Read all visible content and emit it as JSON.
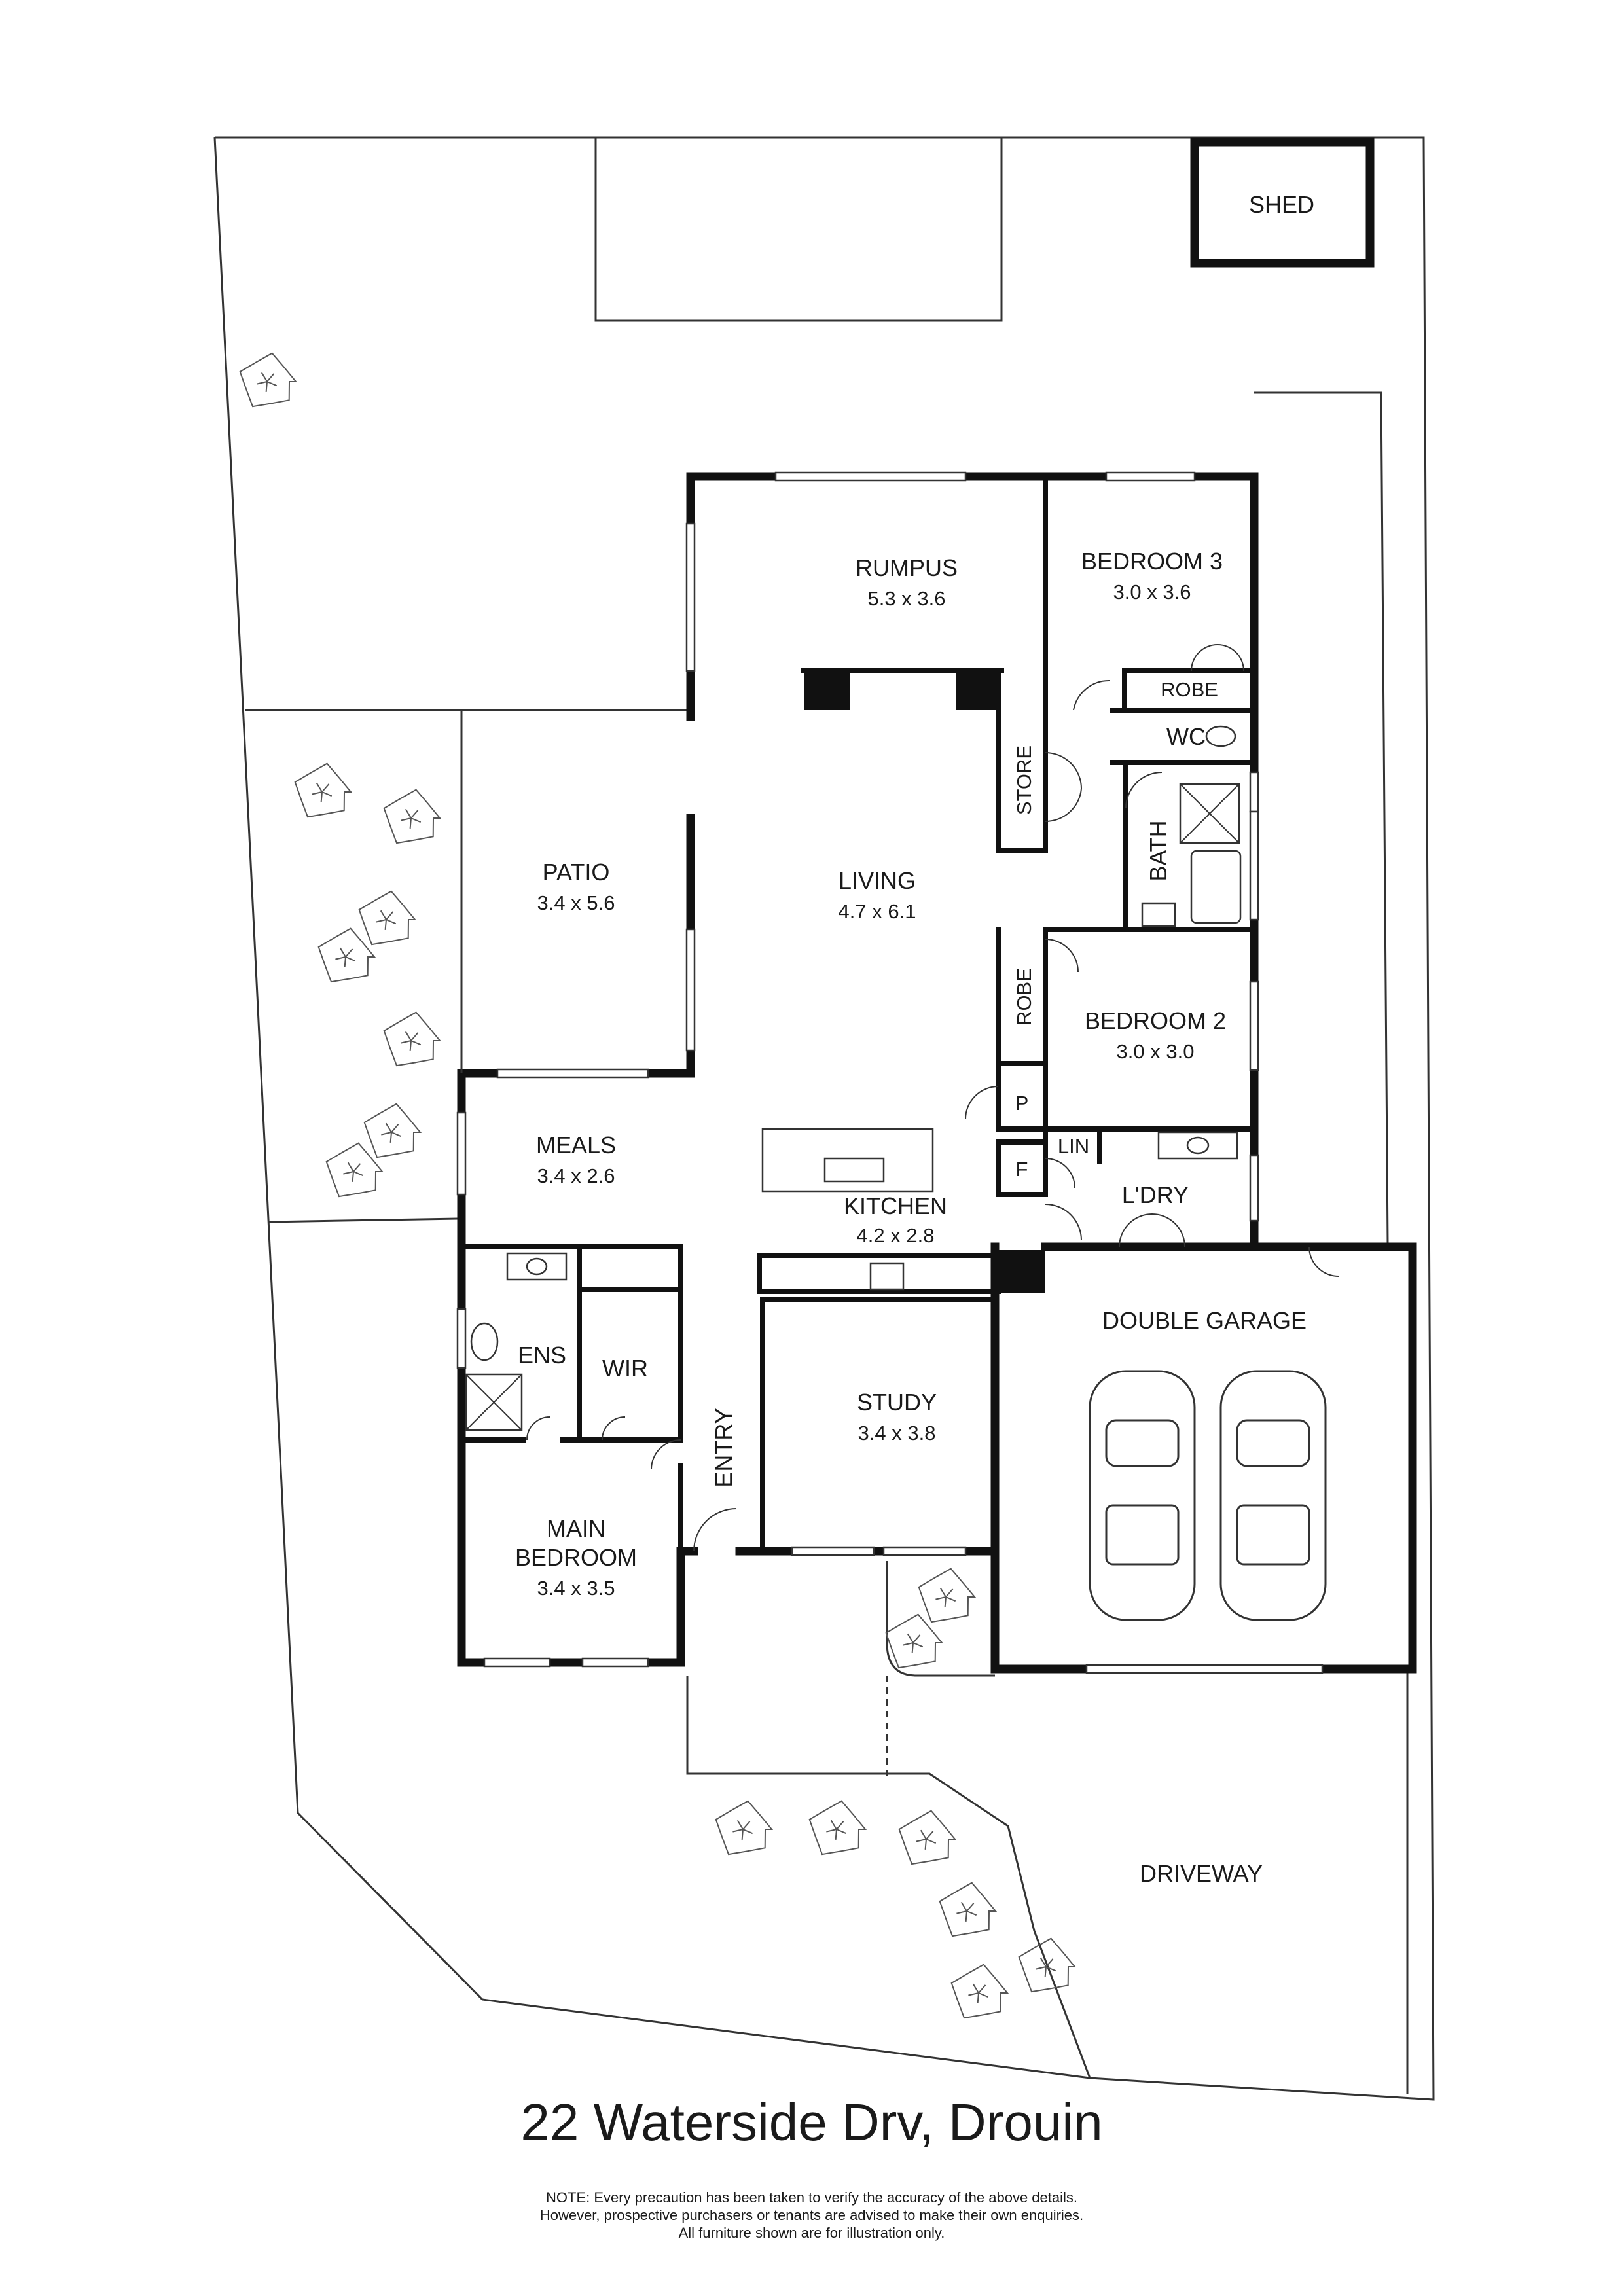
{
  "address": "22 Waterside Drv, Drouin",
  "note": [
    "NOTE: Every precaution has been taken to verify the accuracy of the above details.",
    "However, prospective purchasers or tenants are advised to make their own enquiries.",
    "All furniture shown are for illustration only."
  ],
  "rooms": {
    "shed": {
      "name": "SHED"
    },
    "rumpus": {
      "name": "RUMPUS",
      "dims": "5.3 x 3.6"
    },
    "bedroom3": {
      "name": "BEDROOM 3",
      "dims": "3.0 x 3.6"
    },
    "robe_bed3": {
      "name": "ROBE"
    },
    "wc": {
      "name": "WC"
    },
    "store": {
      "name": "STORE"
    },
    "bath": {
      "name": "BATH"
    },
    "patio": {
      "name": "PATIO",
      "dims": "3.4 x 5.6"
    },
    "living": {
      "name": "LIVING",
      "dims": "4.7 x 6.1"
    },
    "robe_bed2": {
      "name": "ROBE"
    },
    "bedroom2": {
      "name": "BEDROOM 2",
      "dims": "3.0 x 3.0"
    },
    "pantry": {
      "name": "P"
    },
    "fridge": {
      "name": "F"
    },
    "lin": {
      "name": "LIN"
    },
    "laundry": {
      "name": "L'DRY"
    },
    "meals": {
      "name": "MEALS",
      "dims": "3.4 x 2.6"
    },
    "kitchen": {
      "name": "KITCHEN",
      "dims": "4.2 x 2.8"
    },
    "ens": {
      "name": "ENS"
    },
    "wir": {
      "name": "WIR"
    },
    "entry": {
      "name": "ENTRY"
    },
    "study": {
      "name": "STUDY",
      "dims": "3.4 x 3.8"
    },
    "garage": {
      "name": "DOUBLE GARAGE"
    },
    "main_bedroom": {
      "name_line1": "MAIN",
      "name_line2": "BEDROOM",
      "dims": "3.4 x 3.5"
    },
    "driveway": {
      "name": "DRIVEWAY"
    }
  }
}
